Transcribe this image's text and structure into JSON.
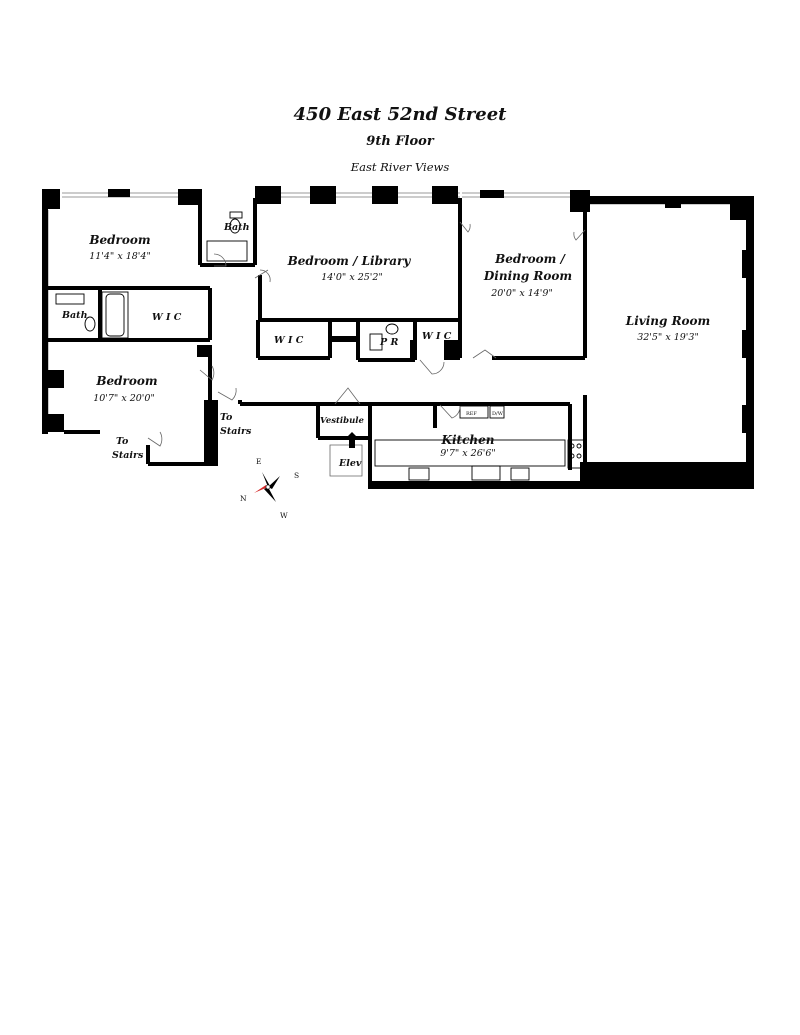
{
  "title": "450 East 52nd Street",
  "floor": "9th Floor",
  "views": "East River Views",
  "rooms": {
    "bedroom1": {
      "name": "Bedroom",
      "dims": "11'4\" x 18'4\""
    },
    "bedroom2": {
      "name": "Bedroom",
      "dims": "10'7\" x 20'0\""
    },
    "bedroom_library": {
      "name": "Bedroom / Library",
      "dims": "14'0\" x 25'2\""
    },
    "bedroom_dining": {
      "name_line1": "Bedroom /",
      "name_line2": "Dining Room",
      "dims": "20'0\" x 14'9\""
    },
    "living_room": {
      "name": "Living Room",
      "dims": "32'5\" x 19'3\""
    },
    "kitchen": {
      "name": "Kitchen",
      "dims": "9'7\" x 26'6\""
    }
  },
  "labels": {
    "bath_top": "Bath",
    "bath_left": "Bath",
    "wic_left": "W I C",
    "wic_center": "W I C",
    "wic_right": "W I C",
    "pr": "P R",
    "vestibule": "Vestibule",
    "elev": "Elev",
    "to_stairs_center_1": "To",
    "to_stairs_center_2": "Stairs",
    "to_stairs_left_1": "To",
    "to_stairs_left_2": "Stairs",
    "ref": "REF",
    "dw": "D/W"
  },
  "compass": {
    "e": "E",
    "s": "S",
    "n": "N",
    "w": "W"
  },
  "colors": {
    "wall": "#000000",
    "compass_red": "#d42a2a"
  }
}
